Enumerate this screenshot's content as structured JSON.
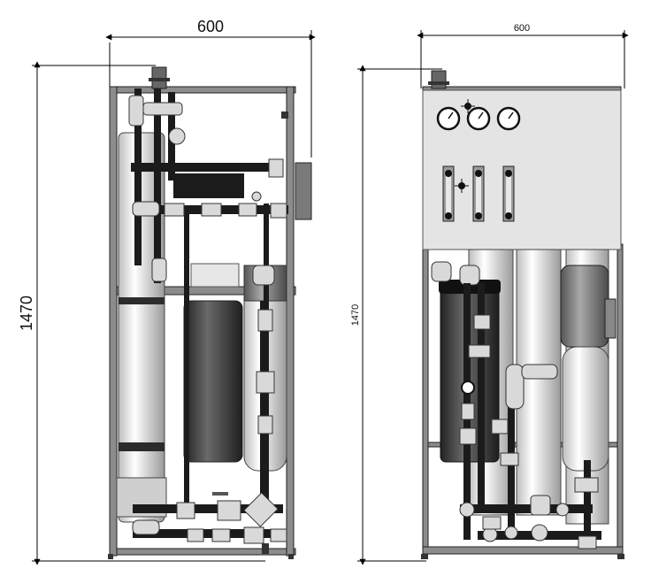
{
  "drawing": {
    "left_view": {
      "width_label": "600",
      "height_label": "1470"
    },
    "right_view": {
      "width_label": "600",
      "height_label": "1470"
    },
    "colors": {
      "frame": "#8c8c8c",
      "pipe_dark": "#1b1b1b",
      "panel": "#e4e4e4",
      "vessel_light": "#eeeeee",
      "vessel_dark": "#3a3a3a"
    }
  }
}
